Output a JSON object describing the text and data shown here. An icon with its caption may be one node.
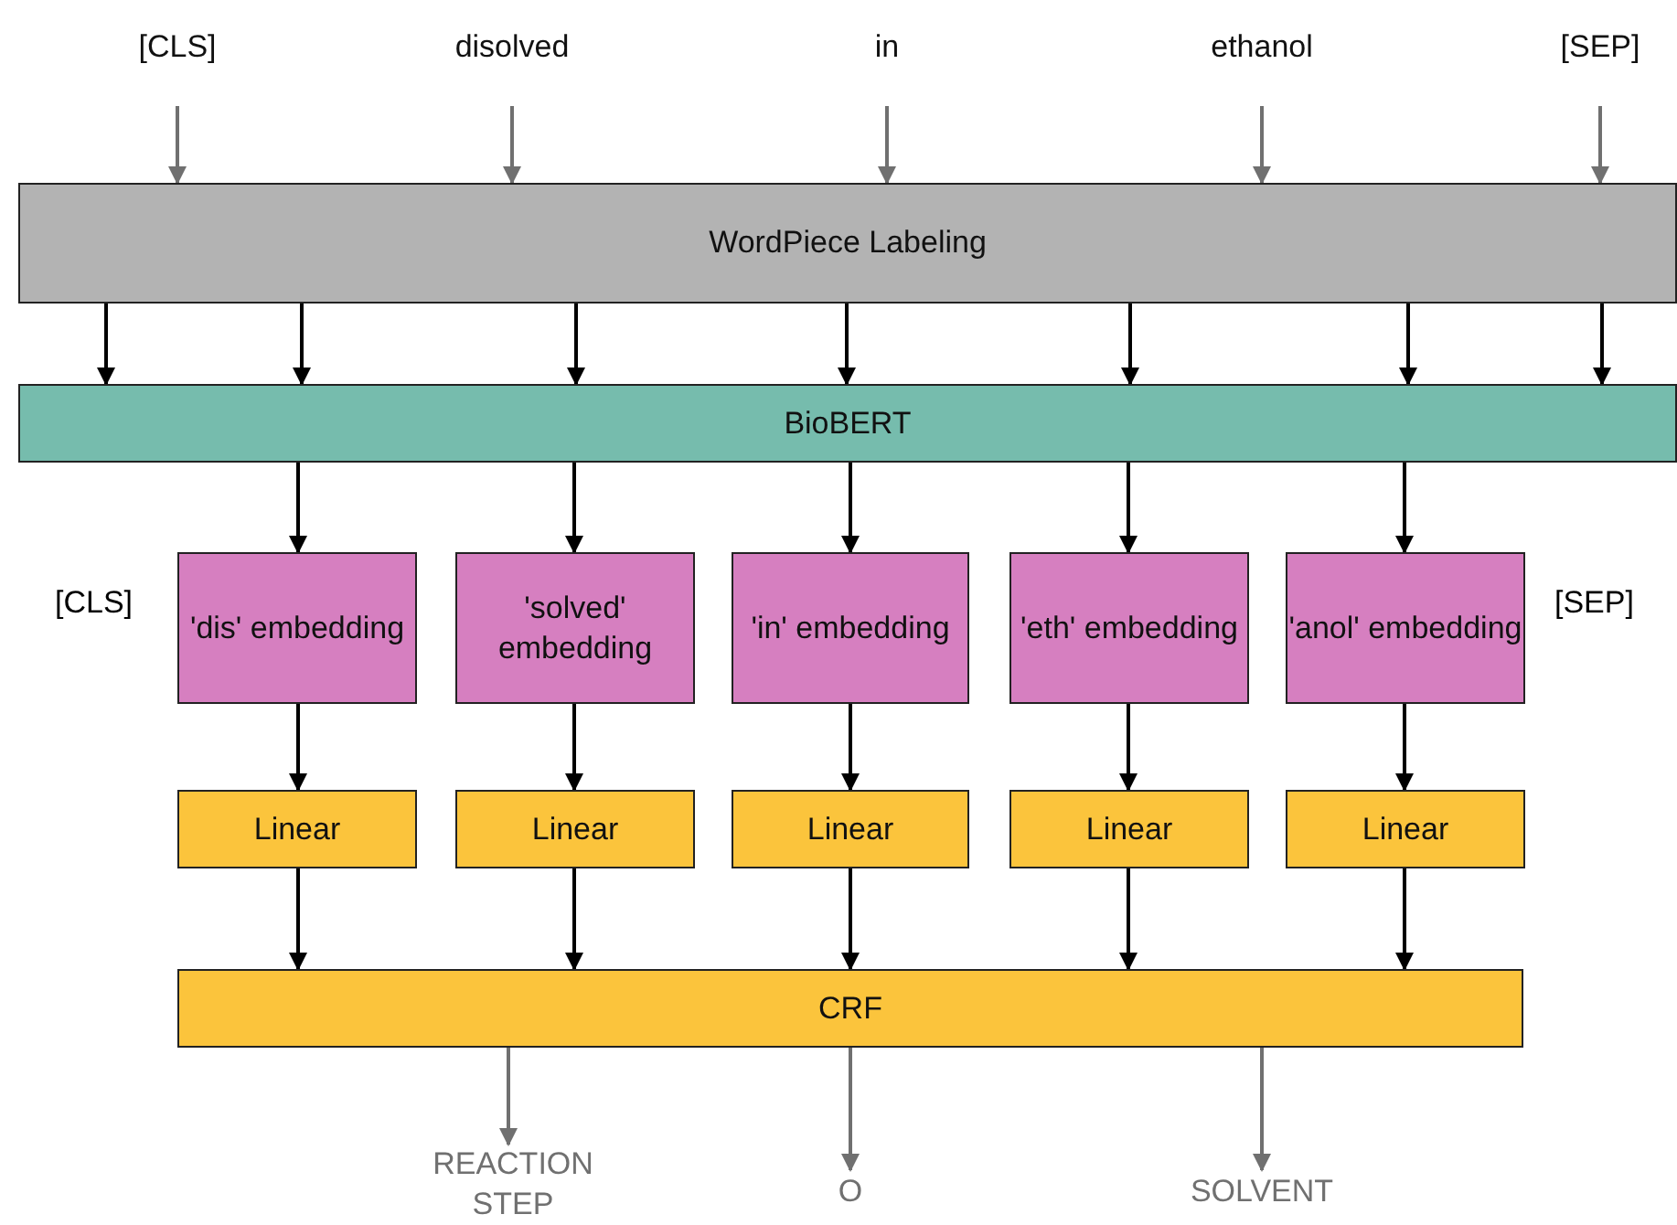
{
  "diagram": {
    "nodes": [
      {
        "text": [
          "[CLS]"
        ]
      },
      {
        "text": [
          "disolved"
        ]
      },
      {
        "text": [
          "in"
        ]
      },
      {
        "text": [
          "ethanol"
        ]
      },
      {
        "text": [
          "[SEP]"
        ]
      },
      {
        "text": [
          "WordPiece Labeling"
        ]
      },
      {
        "text": [
          "BioBERT"
        ]
      },
      {
        "text": [
          "'dis' embedding"
        ]
      },
      {
        "text": [
          "'solved' embedding"
        ]
      },
      {
        "text": [
          "'in' embedding"
        ]
      },
      {
        "text": [
          "'eth' embedding"
        ]
      },
      {
        "text": [
          "'anol' embedding"
        ]
      },
      {
        "text": [
          "Linear"
        ]
      },
      {
        "text": [
          "Linear"
        ]
      },
      {
        "text": [
          "Linear"
        ]
      },
      {
        "text": [
          "Linear"
        ]
      },
      {
        "text": [
          "Linear"
        ]
      },
      {
        "text": [
          "CRF"
        ]
      },
      {
        "text": [
          "REACTION STEP"
        ]
      },
      {
        "text": [
          "O"
        ]
      },
      {
        "text": [
          "SOLVENT"
        ]
      }
    ],
    "edges": [
      {
        "from": 0,
        "to": 5,
        "arrow": "to",
        "color": "#707070"
      },
      {
        "from": 1,
        "to": 5,
        "arrow": "to",
        "color": "#707070"
      },
      {
        "from": 2,
        "to": 5,
        "arrow": "to",
        "color": "#707070"
      },
      {
        "from": 3,
        "to": 5,
        "arrow": "to",
        "color": "#707070"
      },
      {
        "from": 4,
        "to": 5,
        "arrow": "to",
        "color": "#707070"
      },
      {
        "from": 5,
        "to": 6,
        "arrow": "to"
      },
      {
        "from": 5,
        "to": 6,
        "arrow": "to"
      },
      {
        "from": 5,
        "to": 6,
        "arrow": "to"
      },
      {
        "from": 5,
        "to": 6,
        "arrow": "to"
      },
      {
        "from": 5,
        "to": 6,
        "arrow": "to"
      },
      {
        "from": 5,
        "to": 6,
        "arrow": "to"
      },
      {
        "from": 5,
        "to": 6,
        "arrow": "to"
      },
      {
        "from": 6,
        "to": 7,
        "arrow": "to"
      },
      {
        "from": 6,
        "to": 8,
        "arrow": "to"
      },
      {
        "from": 6,
        "to": 9,
        "arrow": "to"
      },
      {
        "from": 6,
        "to": 10,
        "arrow": "to"
      },
      {
        "from": 6,
        "to": 11,
        "arrow": "to"
      },
      {
        "from": 7,
        "to": 12,
        "arrow": "to"
      },
      {
        "from": 8,
        "to": 13,
        "arrow": "to"
      },
      {
        "from": 9,
        "to": 14,
        "arrow": "to"
      },
      {
        "from": 10,
        "to": 15,
        "arrow": "to"
      },
      {
        "from": 11,
        "to": 16,
        "arrow": "to"
      },
      {
        "from": 12,
        "to": 17,
        "arrow": "to"
      },
      {
        "from": 13,
        "to": 17,
        "arrow": "to"
      },
      {
        "from": 14,
        "to": 17,
        "arrow": "to"
      },
      {
        "from": 15,
        "to": 17,
        "arrow": "to"
      },
      {
        "from": 16,
        "to": 17,
        "arrow": "to"
      },
      {
        "from": 17,
        "to": 18,
        "arrow": "to",
        "color": "#707070"
      },
      {
        "from": 17,
        "to": 19,
        "arrow": "to",
        "color": "#707070"
      },
      {
        "from": 17,
        "to": 20,
        "arrow": "to",
        "color": "#707070"
      }
    ],
    "labels": [
      "[CLS]",
      "[SEP]"
    ]
  }
}
